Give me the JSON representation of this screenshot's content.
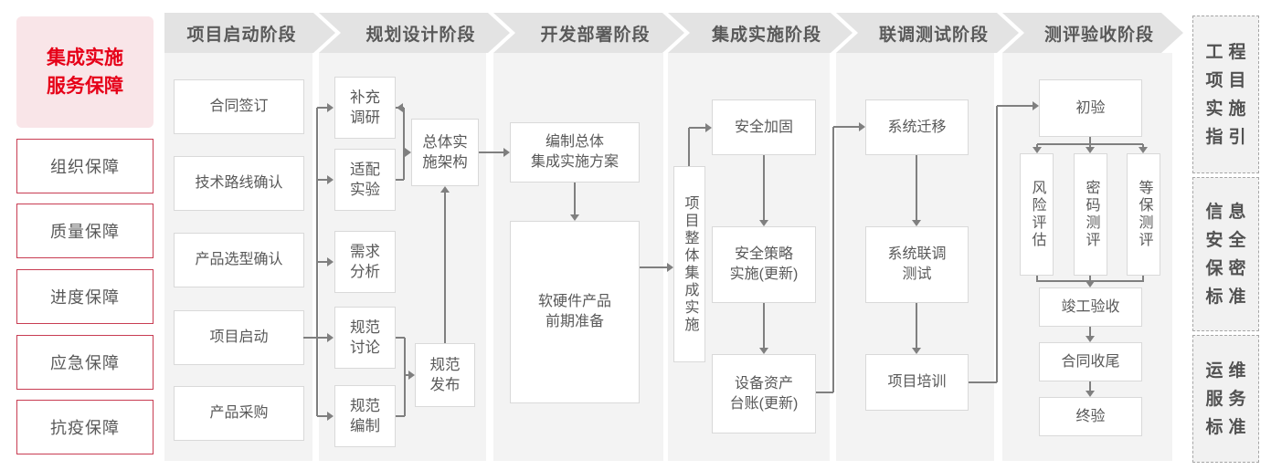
{
  "sidebar": {
    "title": "集成实施\n服务保障",
    "items": [
      {
        "label": "组织保障"
      },
      {
        "label": "质量保障"
      },
      {
        "label": "进度保障"
      },
      {
        "label": "应急保障"
      },
      {
        "label": "抗疫保障"
      }
    ]
  },
  "phases": [
    {
      "label": "项目启动阶段",
      "boxes": [
        "合同签订",
        "技术路线确认",
        "产品选型确认",
        "项目启动",
        "产品采购"
      ]
    },
    {
      "label": "规划设计阶段",
      "boxes": [
        "补充\n调研",
        "适配\n实验",
        "需求\n分析",
        "规范\n讨论",
        "规范\n编制",
        "总体实\n施架构",
        "规范\n发布"
      ]
    },
    {
      "label": "开发部署阶段",
      "boxes": [
        "编制总体\n集成实施方案",
        "软硬件产品\n前期准备"
      ]
    },
    {
      "label": "集成实施阶段",
      "boxes": [
        "项目整体集成实施",
        "安全加固",
        "安全策略\n实施(更新)",
        "设备资产\n台账(更新)"
      ]
    },
    {
      "label": "联调测试阶段",
      "boxes": [
        "系统迁移",
        "系统联调\n测试",
        "项目培训"
      ]
    },
    {
      "label": "测评验收阶段",
      "boxes": [
        "初验",
        "风险评估",
        "密码测评",
        "等保测评",
        "竣工验收",
        "合同收尾",
        "终验"
      ]
    }
  ],
  "side_panels": [
    {
      "label": "工程\n项目\n实施\n指引"
    },
    {
      "label": "信息\n安全\n保密\n标准"
    },
    {
      "label": "运维\n服务\n标准"
    }
  ],
  "colors": {
    "accent_red": "#e60018",
    "pink_bg": "#f9e5e8",
    "red_border": "#c83c52",
    "gray_text": "#595959",
    "header_bg": "#e3e3e3",
    "lane_bg": "#f3f3f3",
    "line": "#7f7f7f"
  }
}
